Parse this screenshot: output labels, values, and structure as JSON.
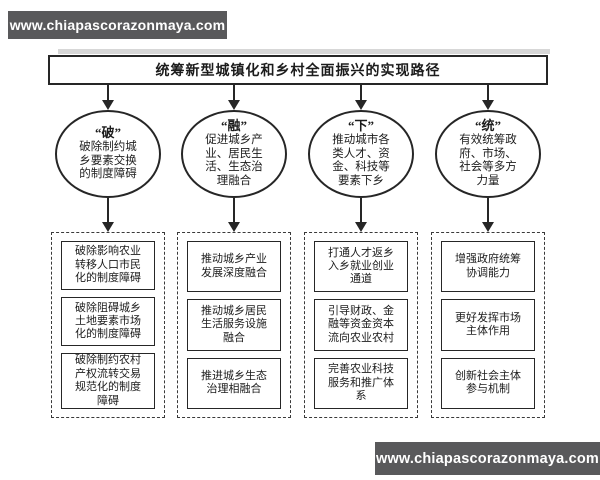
{
  "watermark": {
    "url": "www.chiapascorazonmaya.com"
  },
  "diagram": {
    "title": "统筹新型城镇化和乡村全面振兴的实现路径",
    "columns": [
      {
        "keyword": "“破”",
        "summary": "破除制约城乡要素交换的制度障碍",
        "items": [
          "破除影响农业转移人口市民化的制度障碍",
          "破除阻碍城乡土地要素市场化的制度障碍",
          "破除制约农村产权流转交易规范化的制度障碍"
        ]
      },
      {
        "keyword": "“融”",
        "summary": "促进城乡产业、居民生活、生态治理融合",
        "items": [
          "推动城乡产业发展深度融合",
          "推动城乡居民生活服务设施融合",
          "推进城乡生态治理相融合"
        ]
      },
      {
        "keyword": "“下”",
        "summary": "推动城市各类人才、资金、科技等要素下乡",
        "items": [
          "打通人才返乡入乡就业创业通道",
          "引导财政、金融等资金资本流向农业农村",
          "完善农业科技服务和推广体系"
        ]
      },
      {
        "keyword": "“统”",
        "summary": "有效统筹政府、市场、社会等多方力量",
        "items": [
          "增强政府统筹协调能力",
          "更好发挥市场主体作用",
          "创新社会主体参与机制"
        ]
      }
    ]
  },
  "colors": {
    "banner_bg": "#59595b",
    "banner_text": "#ffffff",
    "line": "#262626",
    "background": "#ffffff"
  }
}
